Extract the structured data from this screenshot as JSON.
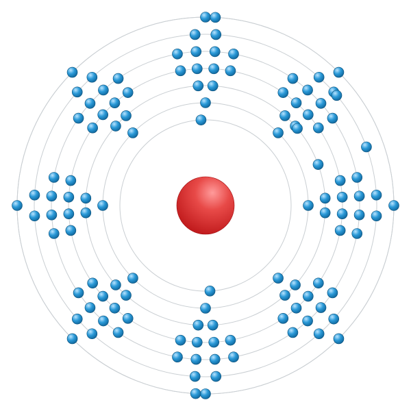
{
  "diagram": {
    "type": "bohr-model",
    "nucleus": {
      "color": "#d6181b",
      "highlight_color": "#ff9b9b"
    },
    "electron": {
      "color": "#1d86c4",
      "highlight_color": "#b9e4ff"
    },
    "ring_color": "#c9ced2",
    "shells": [
      {
        "name": "shell-1",
        "electrons": 2
      },
      {
        "name": "shell-2",
        "electrons": 8
      },
      {
        "name": "shell-3",
        "electrons": 18
      },
      {
        "name": "shell-4",
        "electrons": 32
      },
      {
        "name": "shell-5",
        "electrons": 32
      },
      {
        "name": "shell-6",
        "electrons": 18
      },
      {
        "name": "shell-7",
        "electrons": 8
      },
      {
        "name": "shell-8",
        "electrons": 2
      }
    ]
  }
}
